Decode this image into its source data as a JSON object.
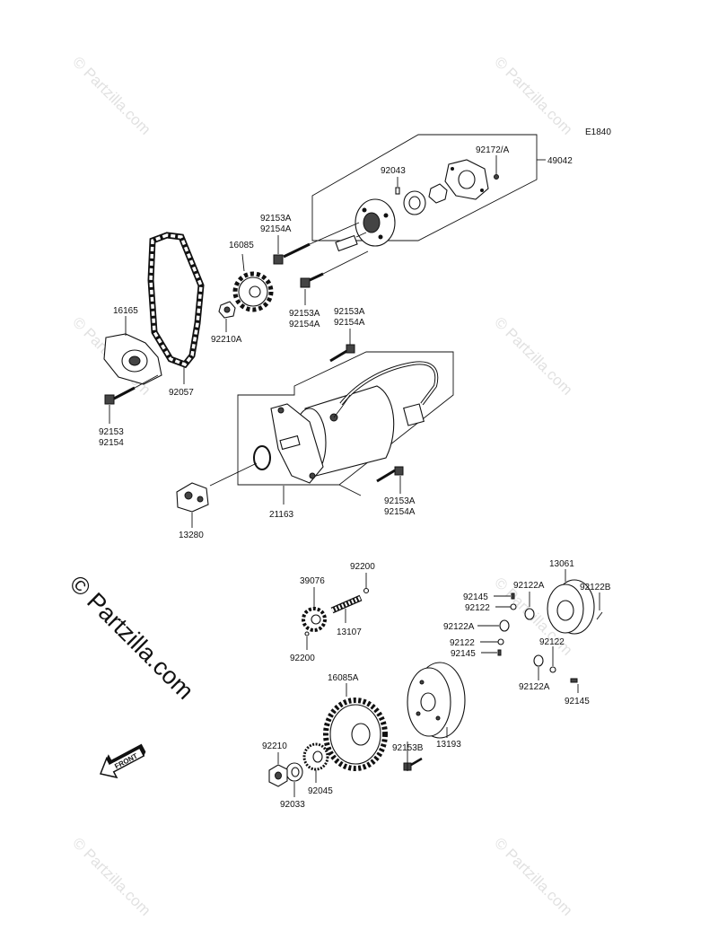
{
  "diagram_code": "E1840",
  "watermark_text": "© Partzilla.com",
  "front_label": "FRONT",
  "parts": {
    "p49042": "49042",
    "p92172A": "92172/A",
    "p92043": "92043",
    "p92153A_a": "92153A",
    "p92154A_a": "92154A",
    "p16085": "16085",
    "p92153A_b": "92153A",
    "p92154A_b": "92154A",
    "p92153A_c": "92153A",
    "p92154A_c": "92154A",
    "p16165": "16165",
    "p92210A": "92210A",
    "p92057": "92057",
    "p92153": "92153",
    "p92154": "92154",
    "p21163": "21163",
    "p92153A_d": "92153A",
    "p92154A_d": "92154A",
    "p13280": "13280",
    "p92200_a": "92200",
    "p39076": "39076",
    "p13107": "13107",
    "p92200_b": "92200",
    "p16085A": "16085A",
    "p92210": "92210",
    "p92045": "92045",
    "p92033": "92033",
    "p92153B": "92153B",
    "p13193": "13193",
    "p13061": "13061",
    "p92122B": "92122B",
    "p92145_a": "92145",
    "p92122A_a": "92122A",
    "p92122_a": "92122",
    "p92122A_b": "92122A",
    "p92122_b": "92122",
    "p92145_b": "92145",
    "p92122_c": "92122",
    "p92122A_c": "92122A",
    "p92145_c": "92145"
  }
}
